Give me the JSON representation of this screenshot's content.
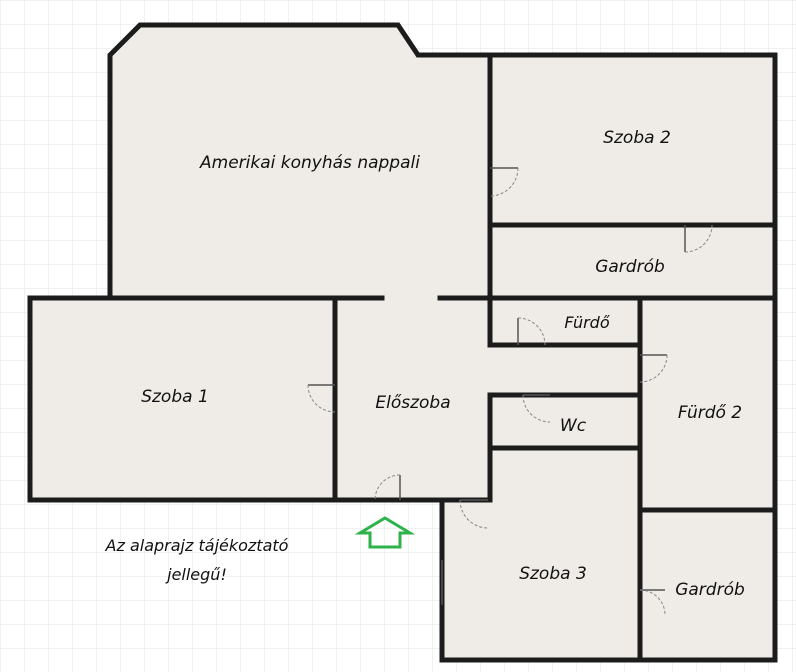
{
  "rooms": {
    "living": "Amerikai konyhás nappali",
    "room2": "Szoba 2",
    "wardrobe1": "Gardrób",
    "bath1": "Fürdő",
    "room1": "Szoba 1",
    "hall": "Előszoba",
    "wc": "Wc",
    "bath2": "Fürdő 2",
    "room3": "Szoba 3",
    "wardrobe2": "Gardrób"
  },
  "note": {
    "line1": "Az alaprajz tájékoztató",
    "line2": "jellegű!"
  },
  "colors": {
    "floor": "#efebe6",
    "wall": "#1c1c1c",
    "grid": "#e3e3e3",
    "entrance_arrow": "#2db34a"
  },
  "icons": {
    "entrance": "entrance-arrow-icon"
  }
}
